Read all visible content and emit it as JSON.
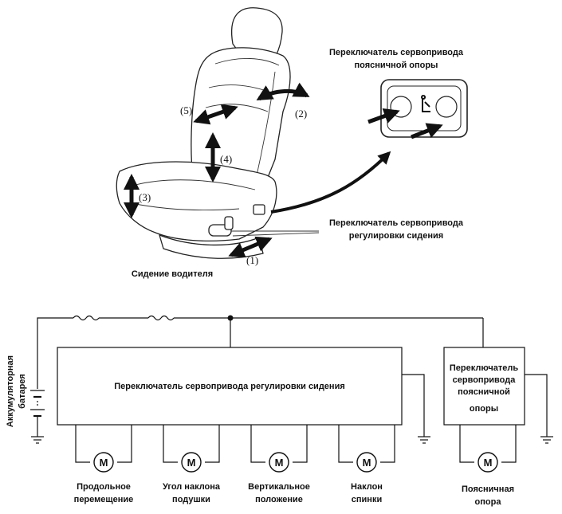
{
  "labels": {
    "lumbar_switch": [
      "Переключатель сервопривода",
      "поясничной опоры"
    ],
    "seat_switch": [
      "Переключатель сервопривода",
      "регулировки сидения"
    ],
    "driver_seat": "Сидение водителя",
    "battery": [
      "Аккумуляторная",
      "батарея"
    ],
    "main_box": "Переключатель сервопривода регулировки сидения",
    "lumbar_box": [
      "Переключатель",
      "сервопривода",
      "поясничной",
      "опоры"
    ]
  },
  "adjustments": [
    "(1)",
    "(2)",
    "(3)",
    "(4)",
    "(5)"
  ],
  "motor_symbol": "M",
  "motors": [
    [
      "Продольное",
      "перемещение"
    ],
    [
      "Угол наклона",
      "подушки"
    ],
    [
      "Вертикальное",
      "положение"
    ],
    [
      "Наклон",
      "спинки"
    ],
    [
      "Поясничная",
      "опора"
    ]
  ]
}
